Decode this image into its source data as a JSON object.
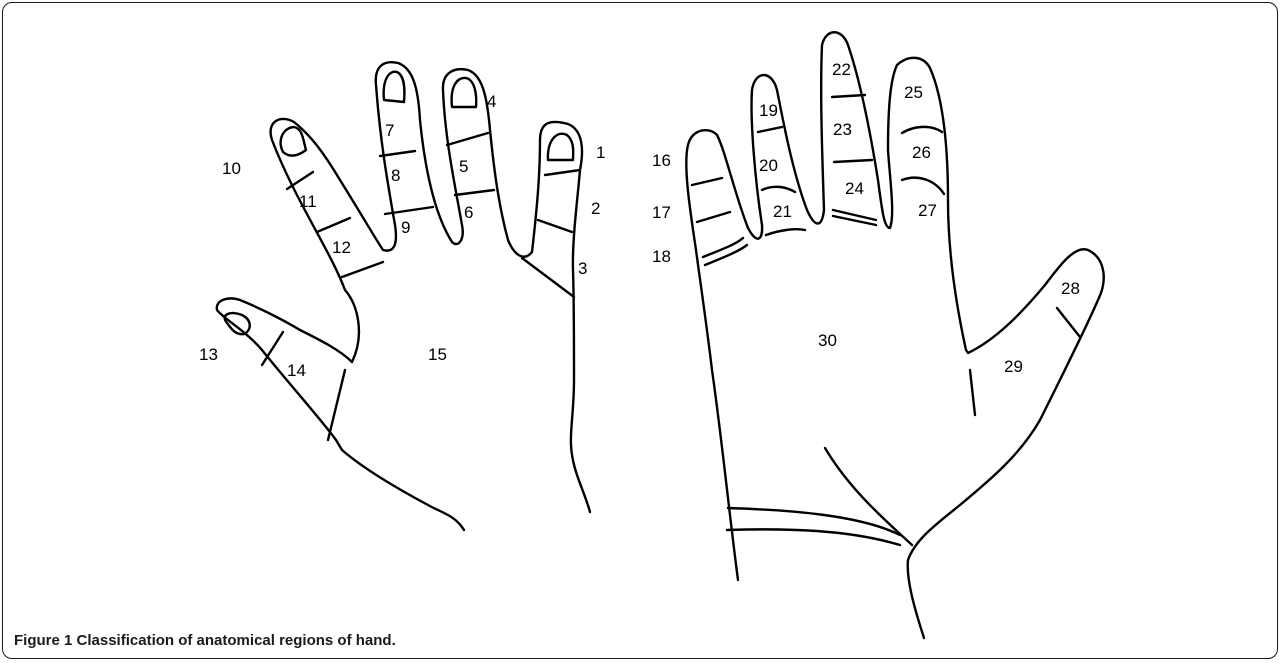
{
  "caption": {
    "figure_label": "Figure 1",
    "text": "Classification of anatomical regions of hand."
  },
  "regions": [
    "1",
    "2",
    "3",
    "4",
    "5",
    "6",
    "7",
    "8",
    "9",
    "10",
    "11",
    "12",
    "13",
    "14",
    "15",
    "16",
    "17",
    "18",
    "19",
    "20",
    "21",
    "22",
    "23",
    "24",
    "25",
    "26",
    "27",
    "28",
    "29",
    "30"
  ],
  "colors": {
    "line": "#000000",
    "background": "#ffffff"
  }
}
